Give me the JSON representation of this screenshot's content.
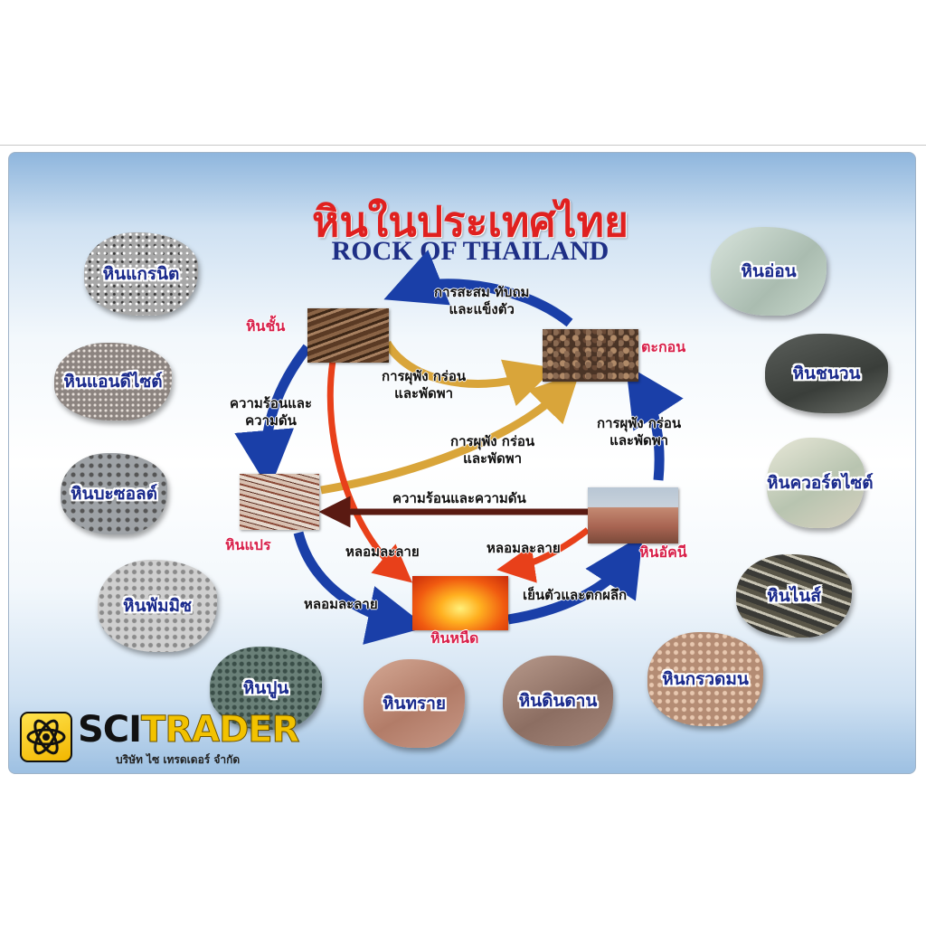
{
  "title_th": "หินในประเทศไทย",
  "title_en": "ROCK OF THAILAND",
  "cycle": {
    "nodes": {
      "sedimentary": "หินชั้น",
      "sediment": "ตะกอน",
      "metamorphic": "หินแปร",
      "igneous": "หินอัคนี",
      "magma": "หินหนืด"
    },
    "processes": {
      "top_line1": "การสะสม ทับถม",
      "top_line2": "และแข็งตัว",
      "erosion1_line1": "การผุพัง กร่อน",
      "erosion1_line2": "และพัดพา",
      "heat_pressure_left_line1": "ความร้อนและ",
      "heat_pressure_left_line2": "ความดัน",
      "erosion2_line1": "การผุพัง กร่อน",
      "erosion2_line2": "และพัดพา",
      "erosion3_line1": "การผุพัง กร่อน",
      "erosion3_line2": "และพัดพา",
      "heat_pressure_mid": "ความร้อนและความดัน",
      "melt_left": "หลอมละลาย",
      "melt_right": "หลอมละลาย",
      "melt_bottom": "หลอมละลาย",
      "cool_crystallize": "เย็นตัวและตกผลึก"
    }
  },
  "rocks_left": [
    "หินแกรนิต",
    "หินแอนดีไซต์",
    "หินบะซอลต์",
    "หินพัมมิซ"
  ],
  "rocks_right": [
    "หินอ่อน",
    "หินชนวน",
    "หินควอร์ตไซต์",
    "หินไนส์"
  ],
  "rocks_bottom": [
    "หินปูน",
    "หินทราย",
    "หินดินดาน",
    "หินกรวดมน"
  ],
  "brand": {
    "name_part1": "SCI",
    "name_part2": "TRADER",
    "company": "บริษัท ไซ เทรดเดอร์ จำกัด",
    "icon": "atom-icon"
  },
  "colors": {
    "title_red": "#e0201f",
    "title_blue": "#1e2f86",
    "cycle_blue": "#1a3fa8",
    "erosion_gold": "#d9a53a",
    "melt_orange": "#e8401a",
    "pressure_brown": "#5a1a12",
    "node_label": "#d8204a"
  }
}
